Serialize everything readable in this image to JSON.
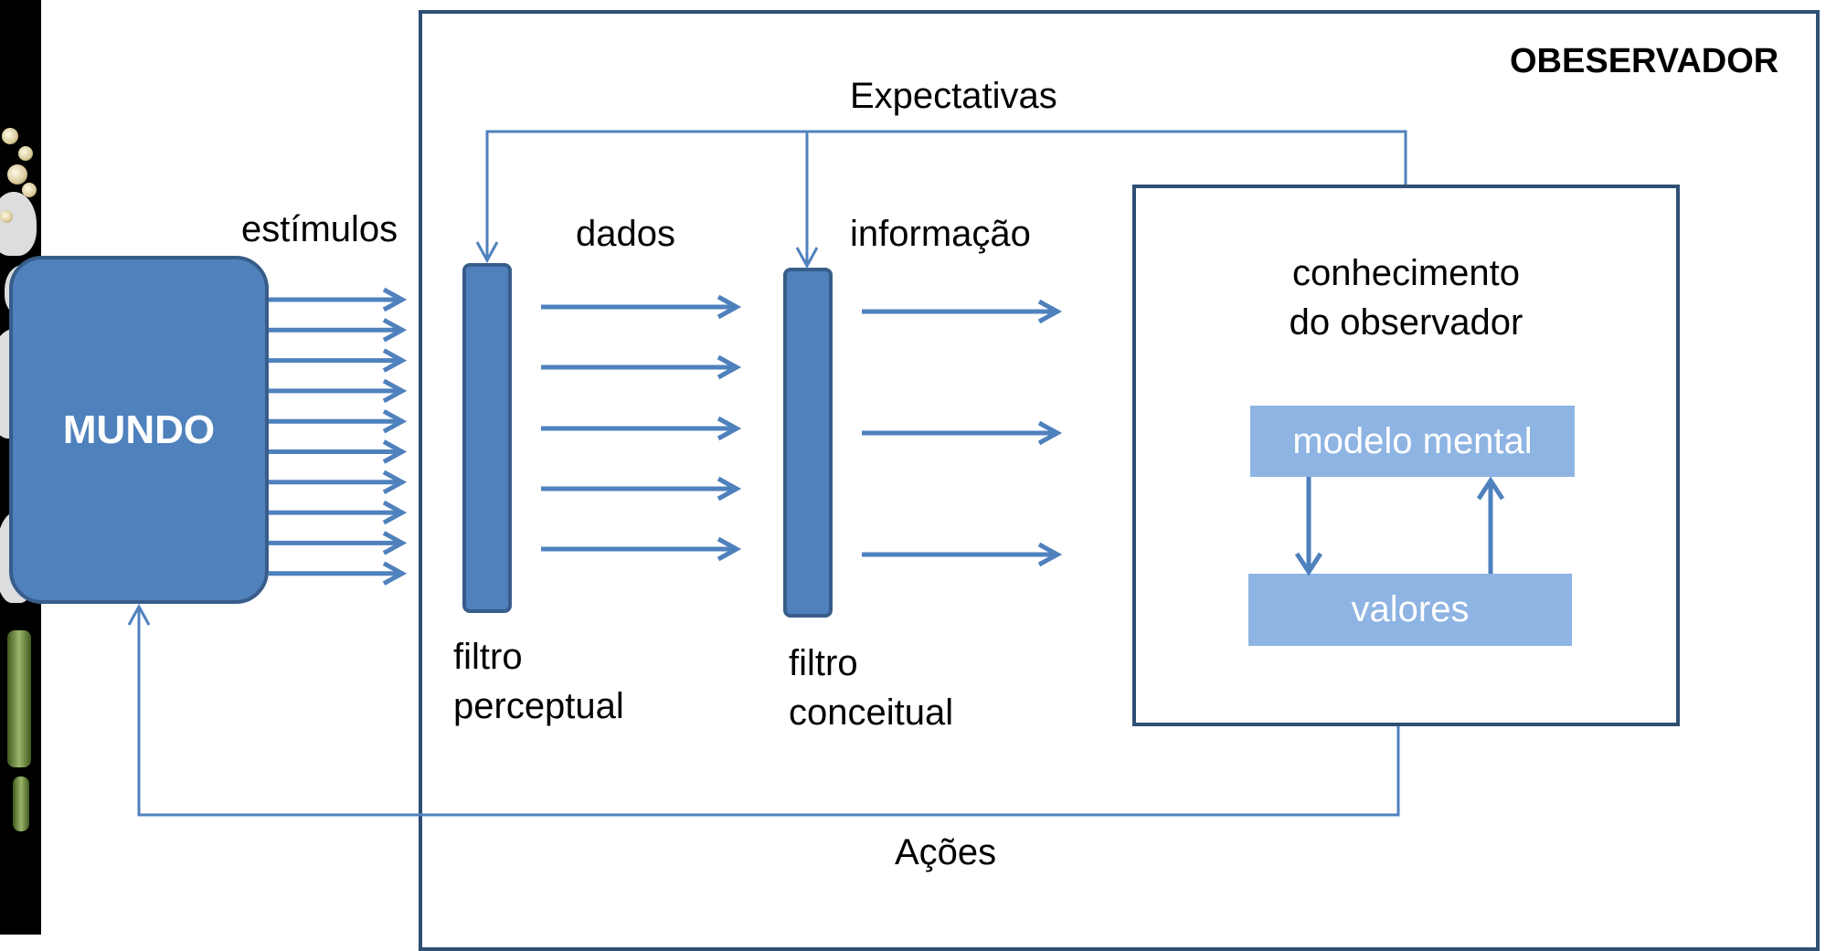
{
  "diagram": {
    "observer_title": "OBESERVADOR",
    "world_label": "MUNDO",
    "expectations_label": "Expectativas",
    "stimuli_label": "estímulos",
    "data_label": "dados",
    "information_label": "informação",
    "knowledge_label_line1": "conhecimento",
    "knowledge_label_line2": "do observador",
    "mental_model_label": "modelo mental",
    "values_label": "valores",
    "perceptual_filter_line1": "filtro",
    "perceptual_filter_line2": "perceptual",
    "conceptual_filter_line1": "filtro",
    "conceptual_filter_line2": "conceitual",
    "actions_label": "Ações"
  },
  "colors": {
    "accent_fill": "#4f81bd",
    "accent_stroke": "#385d8a",
    "box_border": "#2f4f74",
    "light_fill": "#8eb4e3",
    "connector": "#4f81bd"
  }
}
